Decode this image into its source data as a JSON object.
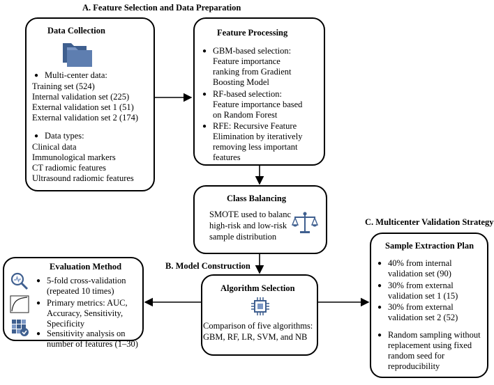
{
  "sections": {
    "a": "A. Feature Selection and Data Preparation",
    "b": "B. Model Construction",
    "c": "C. Multicenter Validation Strategy"
  },
  "data_collection": {
    "title": "Data Collection",
    "bullet1": "Multi-center data:",
    "lines1": [
      "Training set (524)",
      "Internal validation set (225)",
      "External validation set 1 (51)",
      "External validation set 2 (174)"
    ],
    "bullet2": "Data types:",
    "lines2": [
      "Clinical data",
      "Immunological markers",
      "CT radiomic features",
      "Ultrasound radiomic features"
    ],
    "icon": "folder-icon"
  },
  "feature_processing": {
    "title": "Feature Processing",
    "items": [
      [
        "GBM-based selection:",
        "Feature importance",
        "ranking from Gradient",
        "Boosting Model"
      ],
      [
        "RF-based selection:",
        "Feature importance based",
        "on Random Forest"
      ],
      [
        "RFE: Recursive Feature",
        "Elimination by iteratively",
        "removing less important",
        "features"
      ]
    ]
  },
  "class_balancing": {
    "title": "Class Balancing",
    "lines": [
      "SMOTE used to balanc",
      "high-risk and low-risk",
      "sample distribution"
    ],
    "icon": "balance-scale-icon"
  },
  "algorithm_selection": {
    "title": "Algorithm Selection",
    "lines": [
      "Comparison of five algorithms:",
      "GBM, RF, LR, SVM, and NB"
    ],
    "icon": "chip-icon"
  },
  "evaluation_method": {
    "title": "Evaluation Method",
    "items": [
      [
        "5-fold cross-validation",
        "(repeated 10 times)"
      ],
      [
        "Primary metrics: AUC,",
        "Accuracy, Sensitivity,",
        "Specificity"
      ],
      [
        "Sensitivity analysis on",
        "number of features (1–30)"
      ]
    ],
    "icons": [
      "magnifier-chart-icon",
      "curve-chart-icon",
      "grid-check-icon"
    ]
  },
  "sample_extraction": {
    "title": "Sample Extraction Plan",
    "items": [
      [
        "40% from internal",
        "validation set (90)"
      ],
      [
        "30% from external",
        "validation set 1 (15)"
      ],
      [
        "30% from external",
        "validation set 2 (52)"
      ],
      [
        "Random sampling without",
        "replacement using fixed",
        "random seed for",
        "reproducibility"
      ]
    ]
  },
  "colors": {
    "icon_blue": "#3f5f8f",
    "icon_light": "#7b97c5",
    "stroke": "#000000"
  }
}
